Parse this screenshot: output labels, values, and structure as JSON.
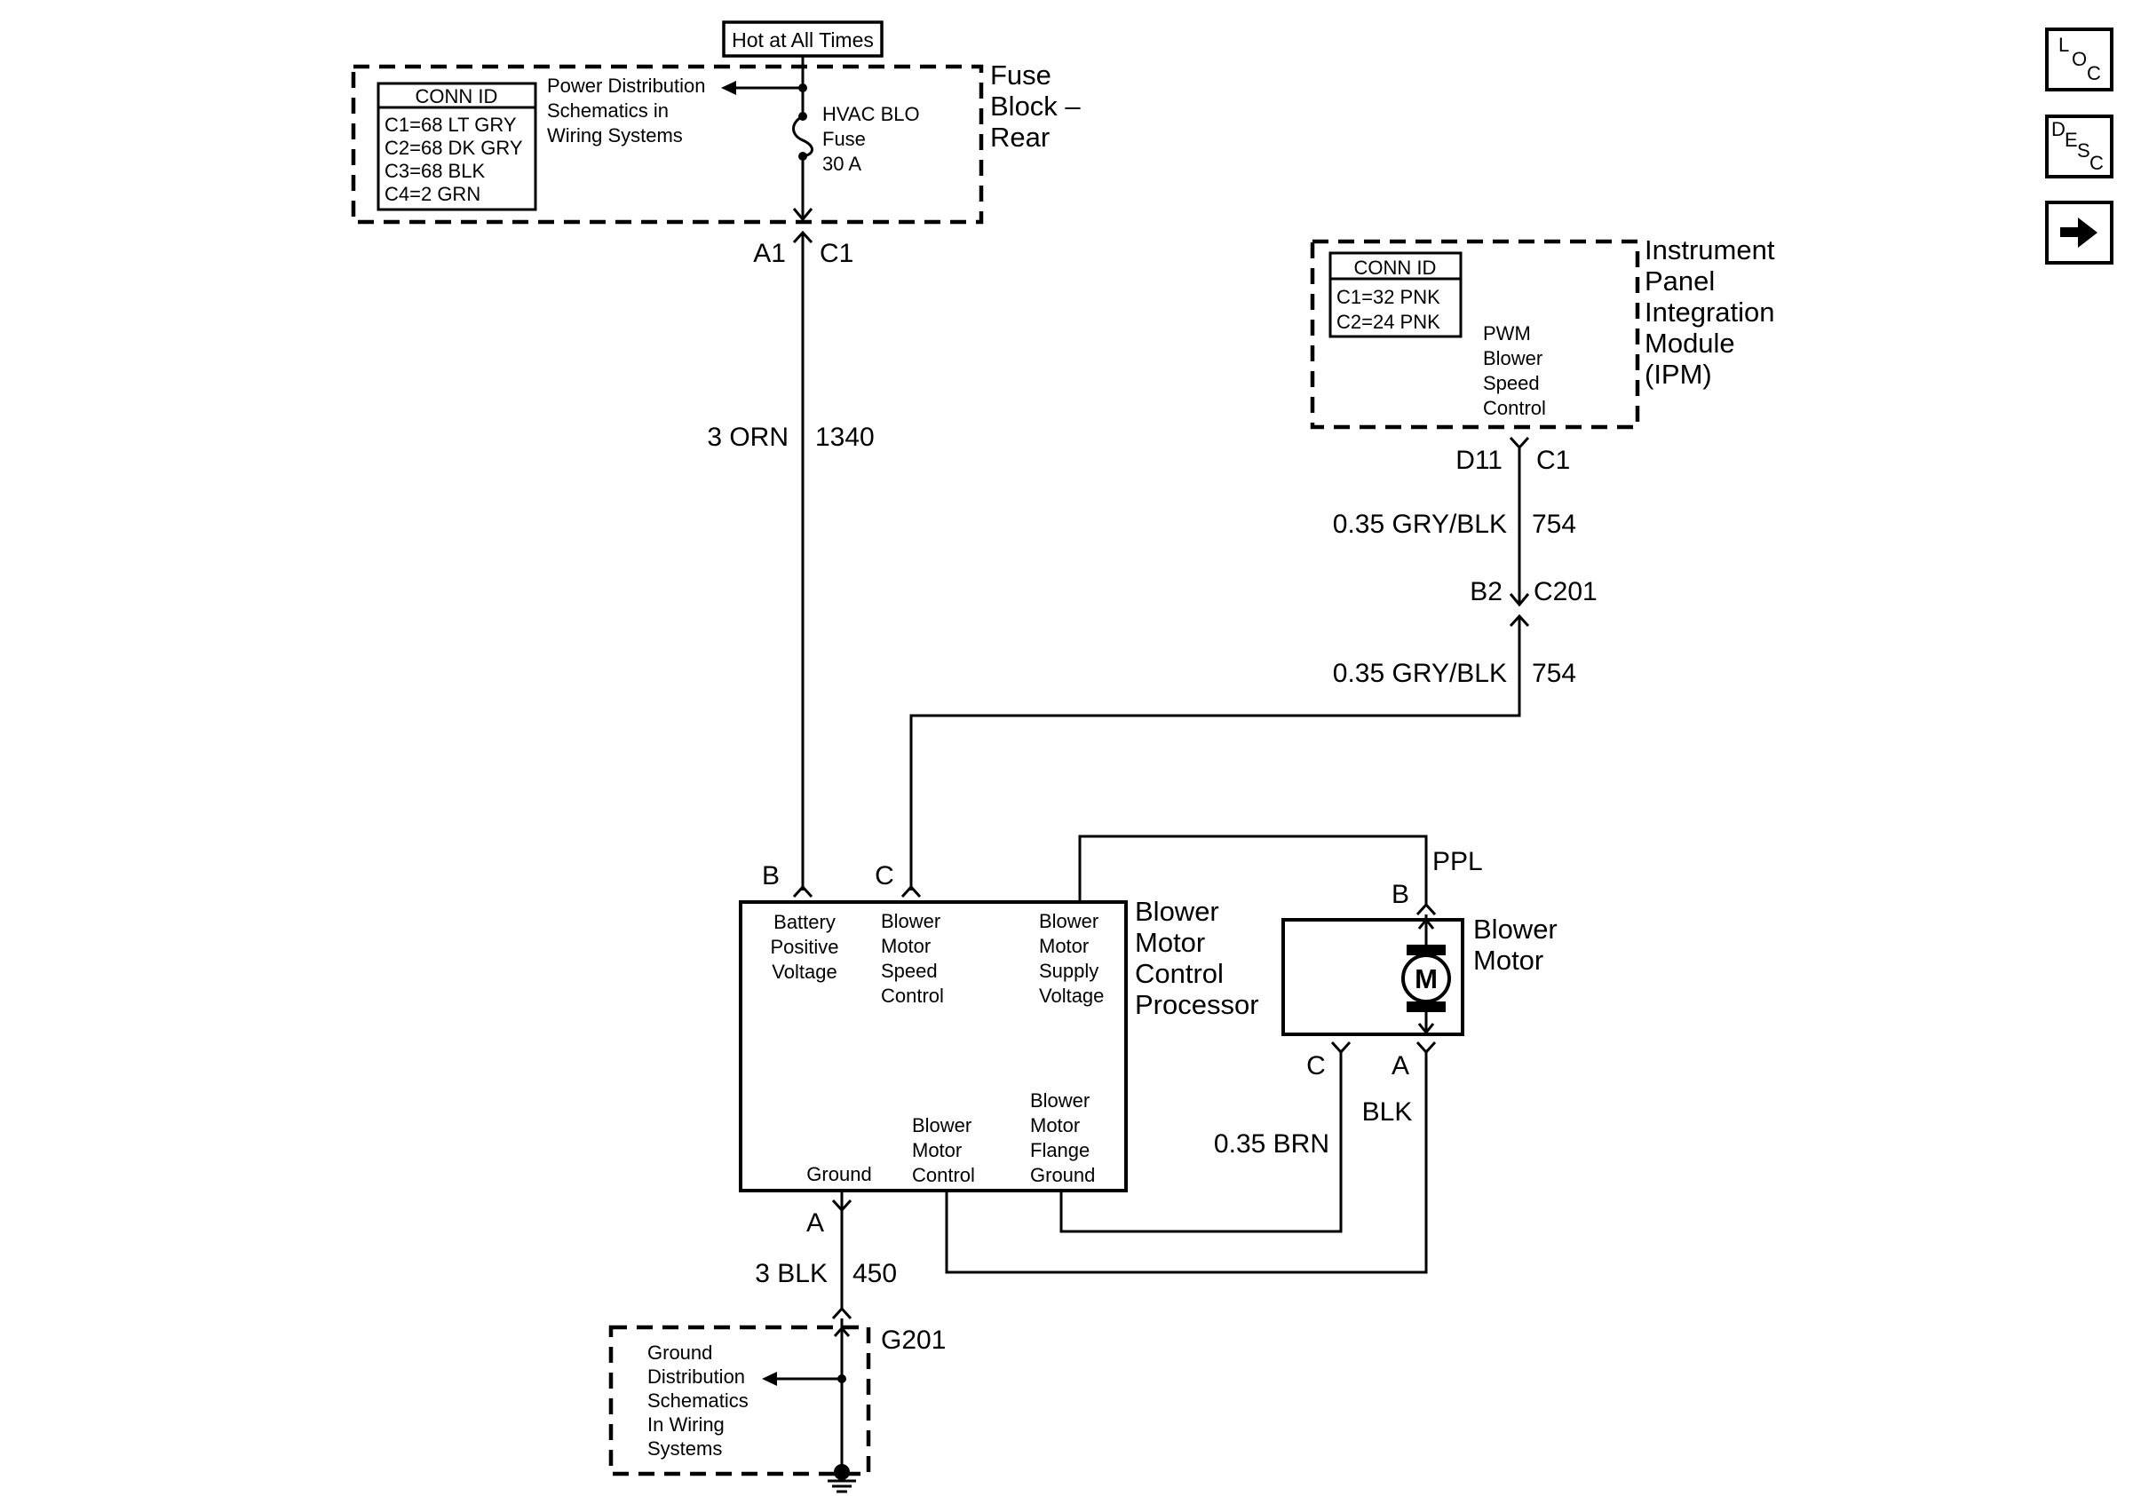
{
  "nav": {
    "loc": [
      "L",
      "O",
      "C"
    ],
    "desc": [
      "D",
      "E",
      "S",
      "C"
    ],
    "next_icon": "arrow-right-icon"
  },
  "hot_label": "Hot at All Times",
  "fuse_block": {
    "name_lines": [
      "Fuse",
      "Block –",
      "Rear"
    ],
    "conn_id_title": "CONN ID",
    "conn_ids": [
      "C1=68 LT GRY",
      "C2=68 DK GRY",
      "C3=68 BLK",
      "C4=2 GRN"
    ],
    "power_ref_lines": [
      "Power Distribution",
      "Schematics in",
      "Wiring Systems"
    ],
    "fuse_lines": [
      "HVAC BLO",
      "Fuse",
      "30 A"
    ],
    "pin": "A1",
    "connector": "C1"
  },
  "wire_1340": {
    "size_color": "3 ORN",
    "circuit": "1340"
  },
  "ipm": {
    "name_lines": [
      "Instrument",
      "Panel",
      "Integration",
      "Module",
      "(IPM)"
    ],
    "conn_id_title": "CONN ID",
    "conn_ids": [
      "C1=32 PNK",
      "C2=24 PNK"
    ],
    "function_lines": [
      "PWM",
      "Blower",
      "Speed",
      "Control"
    ],
    "pin": "D11",
    "connector": "C1"
  },
  "wire_754_upper": {
    "size_color": "0.35 GRY/BLK",
    "circuit": "754"
  },
  "inline_connector": {
    "pin": "B2",
    "connector": "C201"
  },
  "wire_754_lower": {
    "size_color": "0.35 GRY/BLK",
    "circuit": "754"
  },
  "processor": {
    "name_lines": [
      "Blower",
      "Motor",
      "Control",
      "Processor"
    ],
    "pin_b": "B",
    "pin_c": "C",
    "pin_a": "A",
    "battery_lines": [
      "Battery",
      "Positive",
      "Voltage"
    ],
    "speed_lines": [
      "Blower",
      "Motor",
      "Speed",
      "Control"
    ],
    "supply_lines": [
      "Blower",
      "Motor",
      "Supply",
      "Voltage"
    ],
    "ground_label": "Ground",
    "motor_control_lines": [
      "Blower",
      "Motor",
      "Control"
    ],
    "flange_lines": [
      "Blower",
      "Motor",
      "Flange",
      "Ground"
    ]
  },
  "motor": {
    "name_lines": [
      "Blower",
      "Motor"
    ],
    "symbol": "M",
    "pin_b": "B",
    "pin_c": "C",
    "pin_a": "A",
    "ppl_label": "PPL",
    "blk_label": "BLK",
    "brn_label": "0.35 BRN"
  },
  "wire_450": {
    "size_color": "3 BLK",
    "circuit": "450"
  },
  "ground": {
    "id": "G201",
    "ref_lines": [
      "Ground",
      "Distribution",
      "Schematics",
      "In Wiring",
      "Systems"
    ]
  }
}
